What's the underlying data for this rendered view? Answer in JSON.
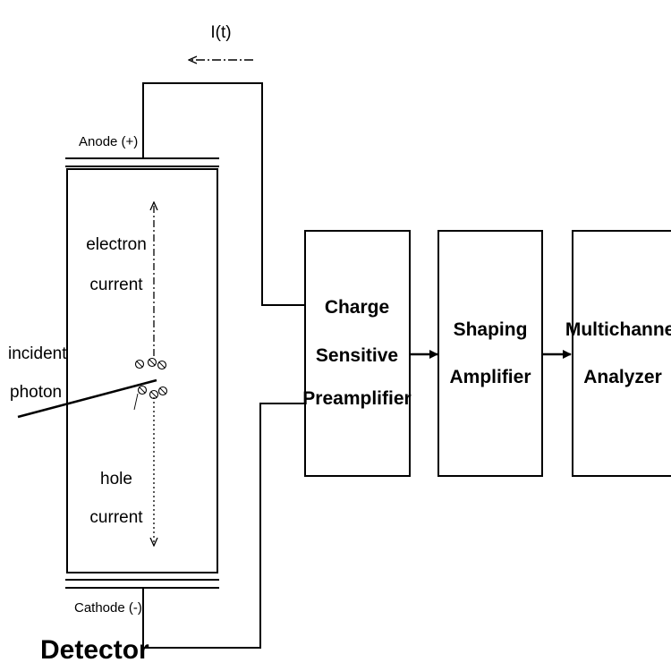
{
  "current_label": "I(t)",
  "anode_label": "Anode (+)",
  "cathode_label": "Cathode (-)",
  "electron_label": [
    "electron",
    "current"
  ],
  "hole_label": [
    "hole",
    "current"
  ],
  "photon_label": [
    "incident",
    "photon"
  ],
  "detector_label": "Detector",
  "preamp_label": [
    "Charge",
    "Sensitive",
    "Preamplifier"
  ],
  "shaping_label": [
    "Shaping",
    "Amplifier"
  ],
  "mca_label": [
    "Multichannel",
    "Analyzer"
  ],
  "colors": {
    "stroke": "#000000",
    "background": "#ffffff"
  }
}
